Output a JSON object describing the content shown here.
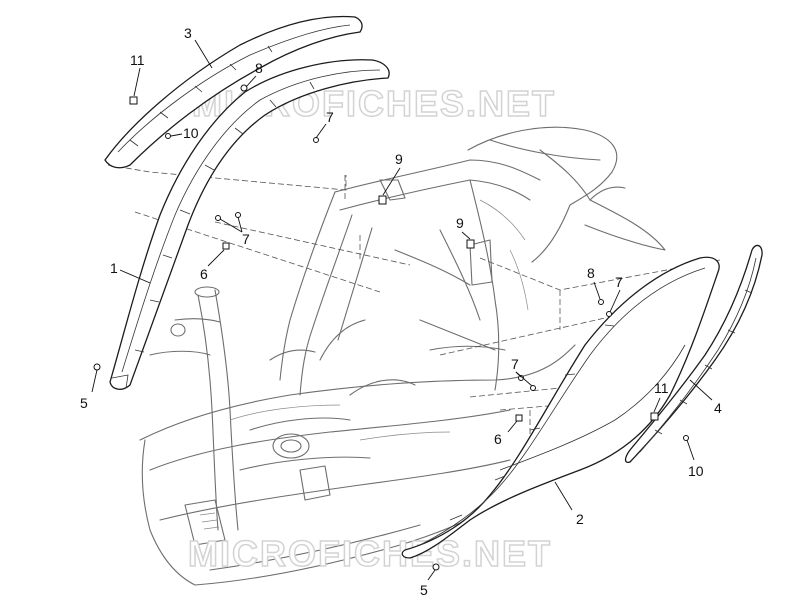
{
  "watermark": {
    "text": "MICROFICHES.NET"
  },
  "callouts": [
    {
      "id": "c3",
      "label": "3"
    },
    {
      "id": "c11a",
      "label": "11"
    },
    {
      "id": "c8a",
      "label": "8"
    },
    {
      "id": "c10a",
      "label": "10"
    },
    {
      "id": "c7a",
      "label": "7"
    },
    {
      "id": "c9a",
      "label": "9"
    },
    {
      "id": "c7b",
      "label": "7"
    },
    {
      "id": "c9b",
      "label": "9"
    },
    {
      "id": "c1",
      "label": "1"
    },
    {
      "id": "c6a",
      "label": "6"
    },
    {
      "id": "c8b",
      "label": "8"
    },
    {
      "id": "c7c",
      "label": "7"
    },
    {
      "id": "c5a",
      "label": "5"
    },
    {
      "id": "c7d",
      "label": "7"
    },
    {
      "id": "c11b",
      "label": "11"
    },
    {
      "id": "c4",
      "label": "4"
    },
    {
      "id": "c6b",
      "label": "6"
    },
    {
      "id": "c10b",
      "label": "10"
    },
    {
      "id": "c2",
      "label": "2"
    },
    {
      "id": "c5b",
      "label": "5"
    }
  ]
}
